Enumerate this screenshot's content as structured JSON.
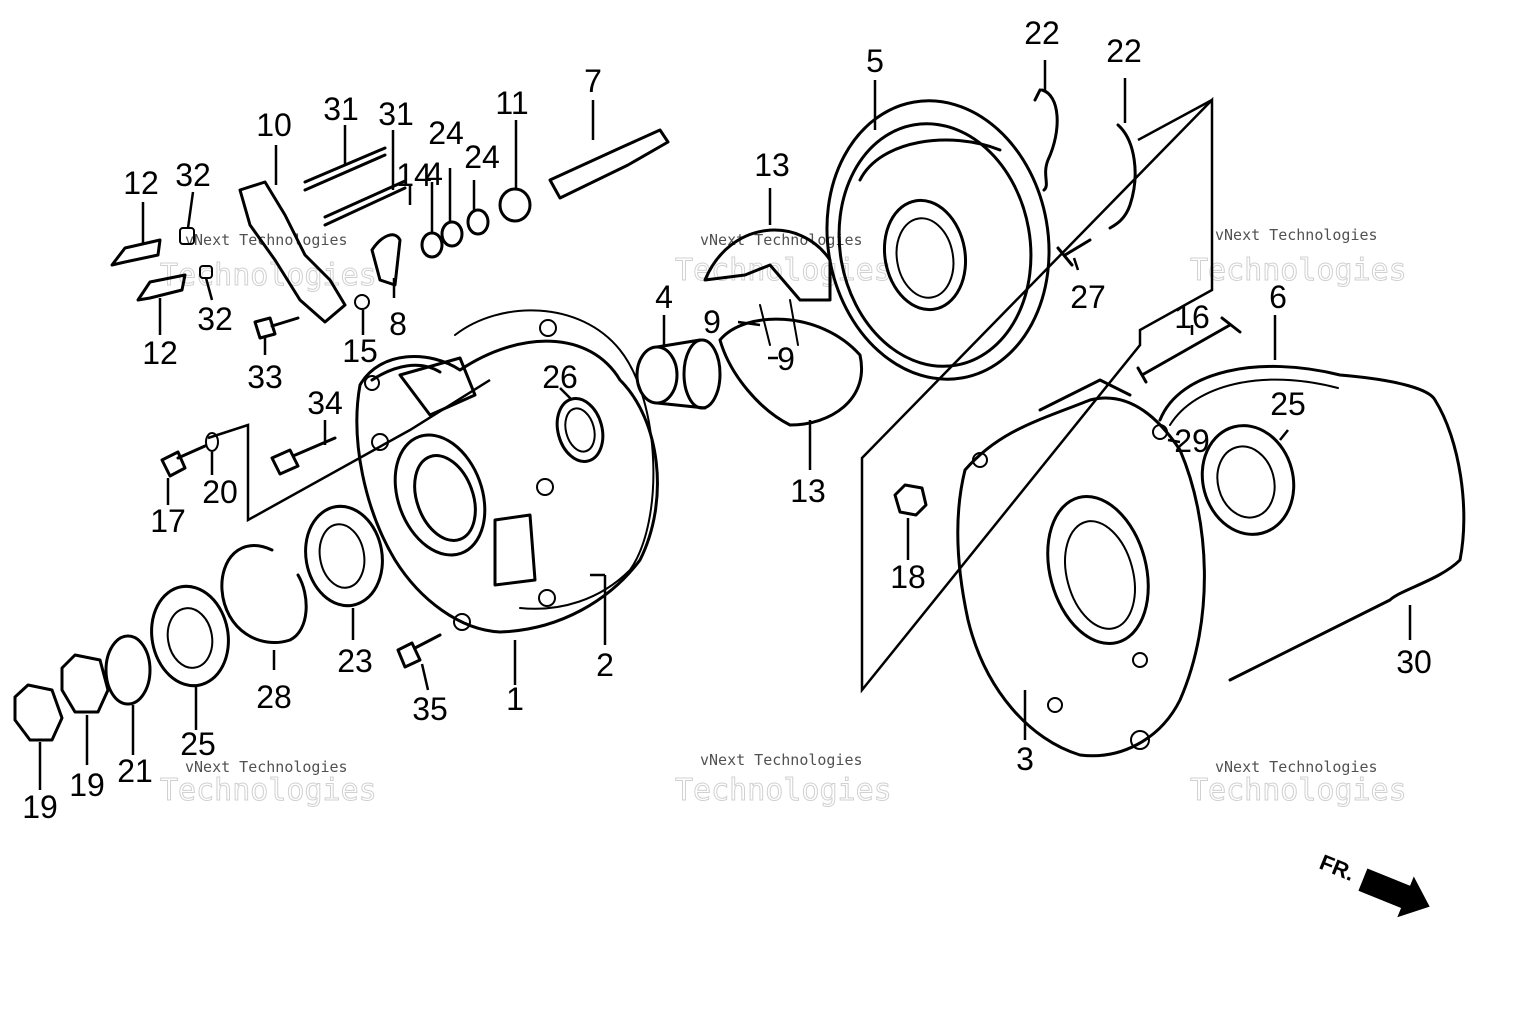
{
  "diagram": {
    "callouts": [
      "1",
      "2",
      "3",
      "4",
      "5",
      "6",
      "7",
      "8",
      "9",
      "10",
      "11",
      "12",
      "13",
      "14",
      "15",
      "16",
      "17",
      "18",
      "19",
      "20",
      "21",
      "22",
      "23",
      "24",
      "25",
      "26",
      "27",
      "28",
      "29",
      "30",
      "31",
      "32",
      "33",
      "34",
      "35"
    ],
    "watermark_lines": [
      "vNext Technologies",
      "Technologies"
    ],
    "direction_label": "FR."
  }
}
